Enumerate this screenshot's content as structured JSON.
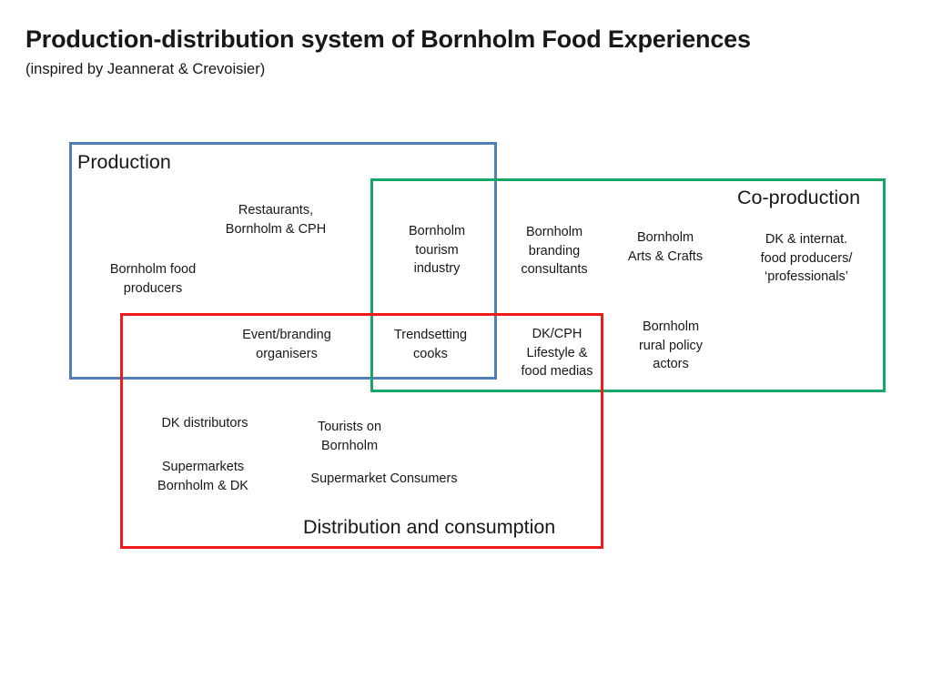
{
  "heading": {
    "title": "Production-distribution system of Bornholm Food Experiences",
    "subtitle": "(inspired by Jeannerat & Crevoisier)"
  },
  "colors": {
    "production_border": "#4e7fb5",
    "coproduction_border": "#16a766",
    "distribution_border": "#ef1b1b",
    "text": "#181818",
    "background": "#ffffff"
  },
  "regions": [
    {
      "key": "production",
      "label": "Production"
    },
    {
      "key": "coproduction",
      "label": "Co-production"
    },
    {
      "key": "distribution",
      "label": "Distribution and consumption"
    }
  ],
  "nodes": {
    "restaurants": "Restaurants,\nBornholm & CPH",
    "food_producers": "Bornholm food\nproducers",
    "tourism_industry": "Bornholm\ntourism\nindustry",
    "branding_consultants": "Bornholm\nbranding\nconsultants",
    "arts_crafts": "Bornholm\nArts & Crafts",
    "dk_internat_producers": "DK & internat.\nfood producers/\n‘professionals’",
    "event_branding_organisers": "Event/branding\norganisers",
    "trendsetting_cooks": "Trendsetting\ncooks",
    "dkcph_lifestyle_medias": "DK/CPH\nLifestyle &\nfood medias",
    "rural_policy_actors": "Bornholm\nrural policy\nactors",
    "dk_distributors": "DK distributors",
    "supermarkets": "Supermarkets\nBornholm & DK",
    "tourists_bornholm": "Tourists on\nBornholm",
    "supermarket_consumers": "Supermarket Consumers"
  }
}
